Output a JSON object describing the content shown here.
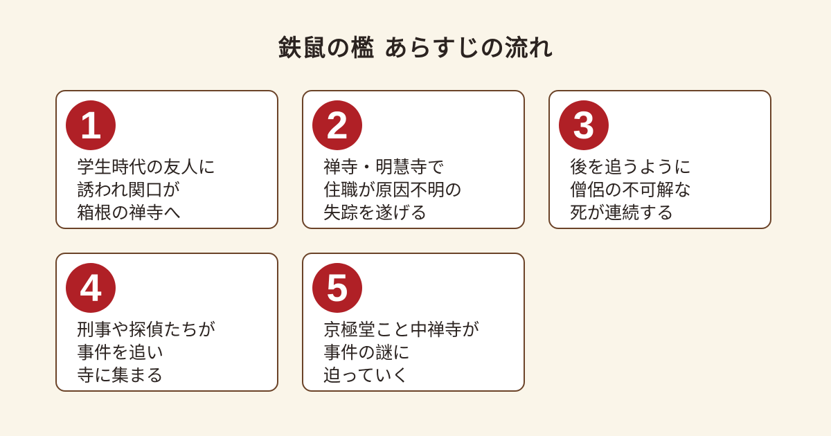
{
  "title": "鉄鼠の檻 あらすじの流れ",
  "colors": {
    "background": "#FAF5E9",
    "card_border": "#6B4328",
    "badge": "#B02026",
    "text": "#2B2320"
  },
  "steps": [
    {
      "number": "1",
      "lines": [
        "学生時代の友人に",
        "誘われ関口が",
        "箱根の禅寺へ"
      ]
    },
    {
      "number": "2",
      "lines": [
        "禅寺・明慧寺で",
        "住職が原因不明の",
        "失踪を遂げる"
      ]
    },
    {
      "number": "3",
      "lines": [
        "後を追うように",
        "僧侶の不可解な",
        "死が連続する"
      ]
    },
    {
      "number": "4",
      "lines": [
        "刑事や探偵たちが",
        "事件を追い",
        "寺に集まる"
      ]
    },
    {
      "number": "5",
      "lines": [
        "京極堂こと中禅寺が",
        "事件の謎に",
        "迫っていく"
      ]
    }
  ]
}
